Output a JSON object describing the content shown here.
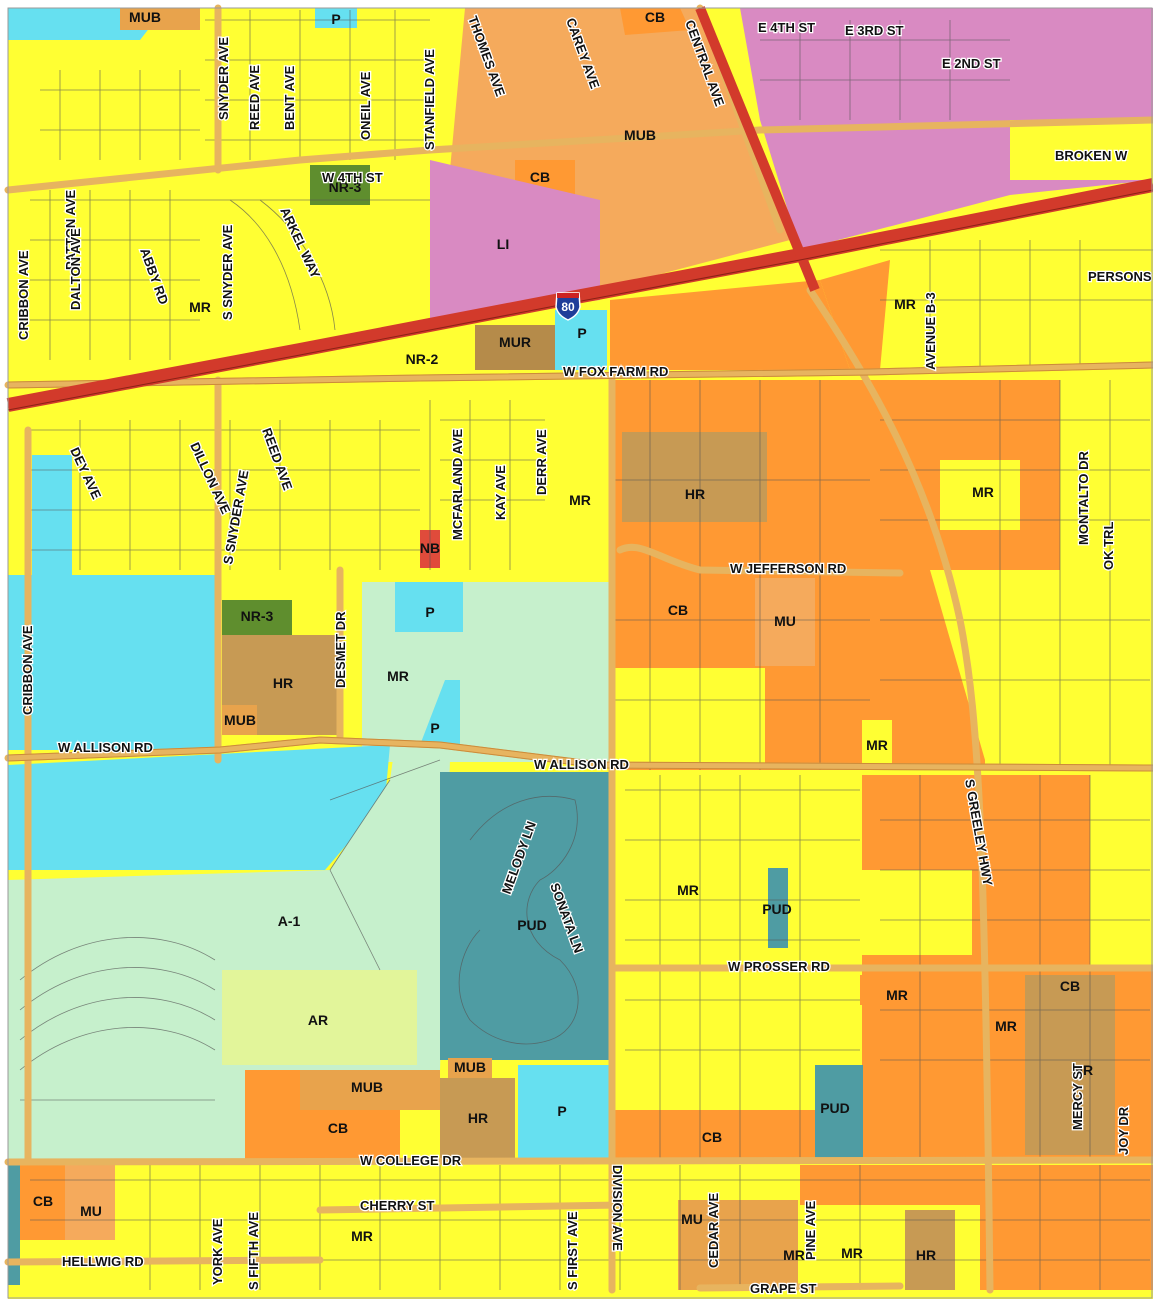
{
  "map": {
    "colors": {
      "MR": "#ffff33",
      "LR": "#f7ee5a",
      "HR": "#c79a54",
      "CB": "#ff9933",
      "MU": "#f5aa5c",
      "MUB": "#e8a34c",
      "MUR": "#b58b4a",
      "LI": "#d98ac2",
      "P": "#66e0f0",
      "A1": "#c6f0cc",
      "AR": "#e2f59a",
      "PUD": "#4f9ca3",
      "NR3": "#5f8e2e",
      "NB": "#e04b3b",
      "road": "#e7b45f",
      "highway": "#d23a2b",
      "parcel_line": "#555555"
    },
    "zone_labels": [
      {
        "id": "mub-1",
        "text": "MUB"
      },
      {
        "id": "p-1",
        "text": "P"
      },
      {
        "id": "cb-1",
        "text": "CB"
      },
      {
        "id": "mub-2",
        "text": "MUB"
      },
      {
        "id": "cb-2",
        "text": "CB"
      },
      {
        "id": "nr3-1",
        "text": "NR-3"
      },
      {
        "id": "li-1",
        "text": "LI"
      },
      {
        "id": "mr-1",
        "text": "MR"
      },
      {
        "id": "mr-2",
        "text": "MR"
      },
      {
        "id": "mur-1",
        "text": "MUR"
      },
      {
        "id": "p-2",
        "text": "P"
      },
      {
        "id": "nr2-1",
        "text": "NR-2"
      },
      {
        "id": "mr-3",
        "text": "MR"
      },
      {
        "id": "hr-1",
        "text": "HR"
      },
      {
        "id": "mr-4",
        "text": "MR"
      },
      {
        "id": "nb-1",
        "text": "NB"
      },
      {
        "id": "nr3-2",
        "text": "NR-3"
      },
      {
        "id": "p-3",
        "text": "P"
      },
      {
        "id": "cb-3",
        "text": "CB"
      },
      {
        "id": "mu-1",
        "text": "MU"
      },
      {
        "id": "hr-2",
        "text": "HR"
      },
      {
        "id": "mr-5",
        "text": "MR"
      },
      {
        "id": "mub-3",
        "text": "MUB"
      },
      {
        "id": "p-4",
        "text": "P"
      },
      {
        "id": "mr-6",
        "text": "MR"
      },
      {
        "id": "mr-7",
        "text": "MR"
      },
      {
        "id": "a1-1",
        "text": "A-1"
      },
      {
        "id": "pud-1",
        "text": "PUD"
      },
      {
        "id": "pud-2",
        "text": "PUD"
      },
      {
        "id": "ar-1",
        "text": "AR"
      },
      {
        "id": "mr-8",
        "text": "MR"
      },
      {
        "id": "cb-4",
        "text": "CB"
      },
      {
        "id": "mr-9",
        "text": "MR"
      },
      {
        "id": "hr-3",
        "text": "HR"
      },
      {
        "id": "mub-4",
        "text": "MUB"
      },
      {
        "id": "mub-5",
        "text": "MUB"
      },
      {
        "id": "cb-5",
        "text": "CB"
      },
      {
        "id": "hr-4",
        "text": "HR"
      },
      {
        "id": "p-5",
        "text": "P"
      },
      {
        "id": "cb-6",
        "text": "CB"
      },
      {
        "id": "pud-3",
        "text": "PUD"
      },
      {
        "id": "cb-7",
        "text": "CB"
      },
      {
        "id": "mu-2",
        "text": "MU"
      },
      {
        "id": "mr-10",
        "text": "MR"
      },
      {
        "id": "mu-3",
        "text": "MU"
      },
      {
        "id": "mr-11",
        "text": "MR"
      },
      {
        "id": "mr-12",
        "text": "MR"
      },
      {
        "id": "hr-5",
        "text": "HR"
      }
    ],
    "street_labels": [
      {
        "id": "snyder-ave",
        "text": "SNYDER AVE"
      },
      {
        "id": "reed-ave",
        "text": "REED AVE"
      },
      {
        "id": "bent-ave",
        "text": "BENT AVE"
      },
      {
        "id": "oneil-ave",
        "text": "ONEIL AVE"
      },
      {
        "id": "stanfield-ave",
        "text": "STANFIELD AVE"
      },
      {
        "id": "thomes-ave",
        "text": "THOMES AVE"
      },
      {
        "id": "carey-ave",
        "text": "CAREY AVE"
      },
      {
        "id": "central-ave",
        "text": "CENTRAL AVE"
      },
      {
        "id": "e-4th-st",
        "text": "E 4TH ST"
      },
      {
        "id": "e-3rd-st",
        "text": "E 3RD ST"
      },
      {
        "id": "e-2nd-st",
        "text": "E 2ND ST"
      },
      {
        "id": "broken-w",
        "text": "BROKEN W"
      },
      {
        "id": "w-4th-st",
        "text": "W 4TH ST"
      },
      {
        "id": "patton-ave",
        "text": "PATTON AVE"
      },
      {
        "id": "s-snyder-ave-top",
        "text": "S SNYDER AVE"
      },
      {
        "id": "arkel-way",
        "text": "ARKEL WAY"
      },
      {
        "id": "cribbon-ave",
        "text": "CRIBBON AVE"
      },
      {
        "id": "dalton-ave",
        "text": "DALTON AVE"
      },
      {
        "id": "abby-rd",
        "text": "ABBY RD"
      },
      {
        "id": "persons",
        "text": "PERSONS"
      },
      {
        "id": "avenue-b3",
        "text": "AVENUE B-3"
      },
      {
        "id": "w-fox-farm-rd",
        "text": "W FOX FARM RD"
      },
      {
        "id": "dey-ave",
        "text": "DEY AVE"
      },
      {
        "id": "dillon-ave",
        "text": "DILLON AVE"
      },
      {
        "id": "s-snyder-ave",
        "text": "S SNYDER AVE"
      },
      {
        "id": "reed-ave-2",
        "text": "REED AVE"
      },
      {
        "id": "mcfarland-ave",
        "text": "MCFARLAND AVE"
      },
      {
        "id": "kay-ave",
        "text": "KAY AVE"
      },
      {
        "id": "derr-ave",
        "text": "DERR AVE"
      },
      {
        "id": "montalto-dr",
        "text": "MONTALTO DR"
      },
      {
        "id": "ok-trl",
        "text": "OK TRL"
      },
      {
        "id": "w-jefferson-rd",
        "text": "W JEFFERSON RD"
      },
      {
        "id": "desmet-dr",
        "text": "DESMET DR"
      },
      {
        "id": "cribbon-ave-2",
        "text": "CRIBBON AVE"
      },
      {
        "id": "w-allison-rd-1",
        "text": "W ALLISON RD"
      },
      {
        "id": "w-allison-rd-2",
        "text": "W ALLISON RD"
      },
      {
        "id": "melody-ln",
        "text": "MELODY LN"
      },
      {
        "id": "sonata-ln",
        "text": "SONATA LN"
      },
      {
        "id": "s-greeley-hwy",
        "text": "S GREELEY HWY"
      },
      {
        "id": "w-prosser-rd",
        "text": "W PROSSER RD"
      },
      {
        "id": "mercy-st",
        "text": "MERCY ST"
      },
      {
        "id": "joy-dr",
        "text": "JOY DR"
      },
      {
        "id": "w-college-dr",
        "text": "W COLLEGE DR"
      },
      {
        "id": "cherry-st",
        "text": "CHERRY ST"
      },
      {
        "id": "york-ave",
        "text": "YORK AVE"
      },
      {
        "id": "s-fifth-ave",
        "text": "S FIFTH AVE"
      },
      {
        "id": "s-first-ave",
        "text": "S FIRST AVE"
      },
      {
        "id": "division-ave",
        "text": "DIVISION AVE"
      },
      {
        "id": "cedar-ave",
        "text": "CEDAR AVE"
      },
      {
        "id": "pine-ave",
        "text": "PINE AVE"
      },
      {
        "id": "hellwig-rd",
        "text": "HELLWIG RD"
      },
      {
        "id": "grape-st",
        "text": "GRAPE ST"
      }
    ],
    "shield": {
      "text": "80",
      "icon": "interstate-shield-icon"
    }
  }
}
